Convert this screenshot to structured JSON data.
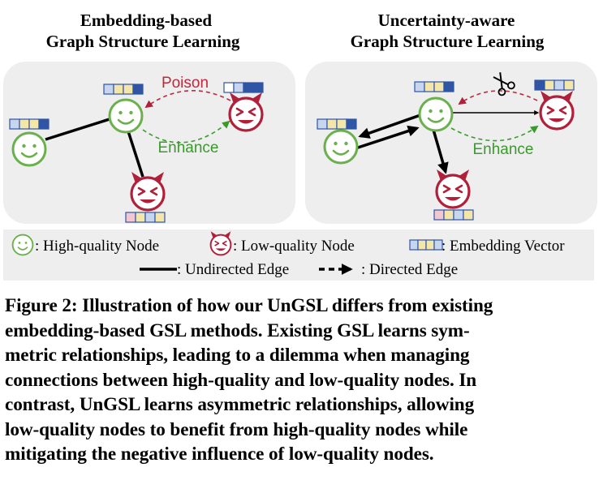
{
  "figure": {
    "left_panel": {
      "title_line1": "Embedding-based",
      "title_line2": "Graph Structure Learning",
      "poison_label": "Poison",
      "enhance_label": "Enhance"
    },
    "right_panel": {
      "title_line1": "Uncertainty-aware",
      "title_line2": "Graph Structure Learning",
      "enhance_label": "Enhance"
    },
    "legend": {
      "high_quality": ": High-quality Node",
      "low_quality": ": Low-quality Node",
      "embedding": ": Embedding Vector",
      "undirected": ": Undirected Edge",
      "directed": ": Directed Edge"
    },
    "colors": {
      "panel_bg": "#eeeeee",
      "good_green": "#6ab04c",
      "good_green_dark": "#3f8f2a",
      "bad_red": "#b0203a",
      "poison_red": "#c0283c",
      "enhance_green": "#3a9a2c",
      "emb_blue": "#2f55a4",
      "emb_yellow": "#f3e6a8",
      "emb_light": "#c7d6ee",
      "emb_pink": "#f4c6cf"
    },
    "icons": {
      "scissors": "scissors-icon",
      "good_node": "smiley-face-icon",
      "bad_node": "devil-face-icon"
    }
  },
  "caption": {
    "line1": "Figure 2: Illustration of how our UnGSL differs from existing",
    "line2": "embedding-based GSL methods. Existing GSL learns sym-",
    "line3": "metric relationships, leading to a dilemma when managing",
    "line4": "connections between high-quality and low-quality nodes. In",
    "line5": "contrast, UnGSL learns asymmetric relationships, allowing",
    "line6": "low-quality nodes to benefit from high-quality nodes while",
    "line7": "mitigating the negative influence of low-quality nodes."
  }
}
